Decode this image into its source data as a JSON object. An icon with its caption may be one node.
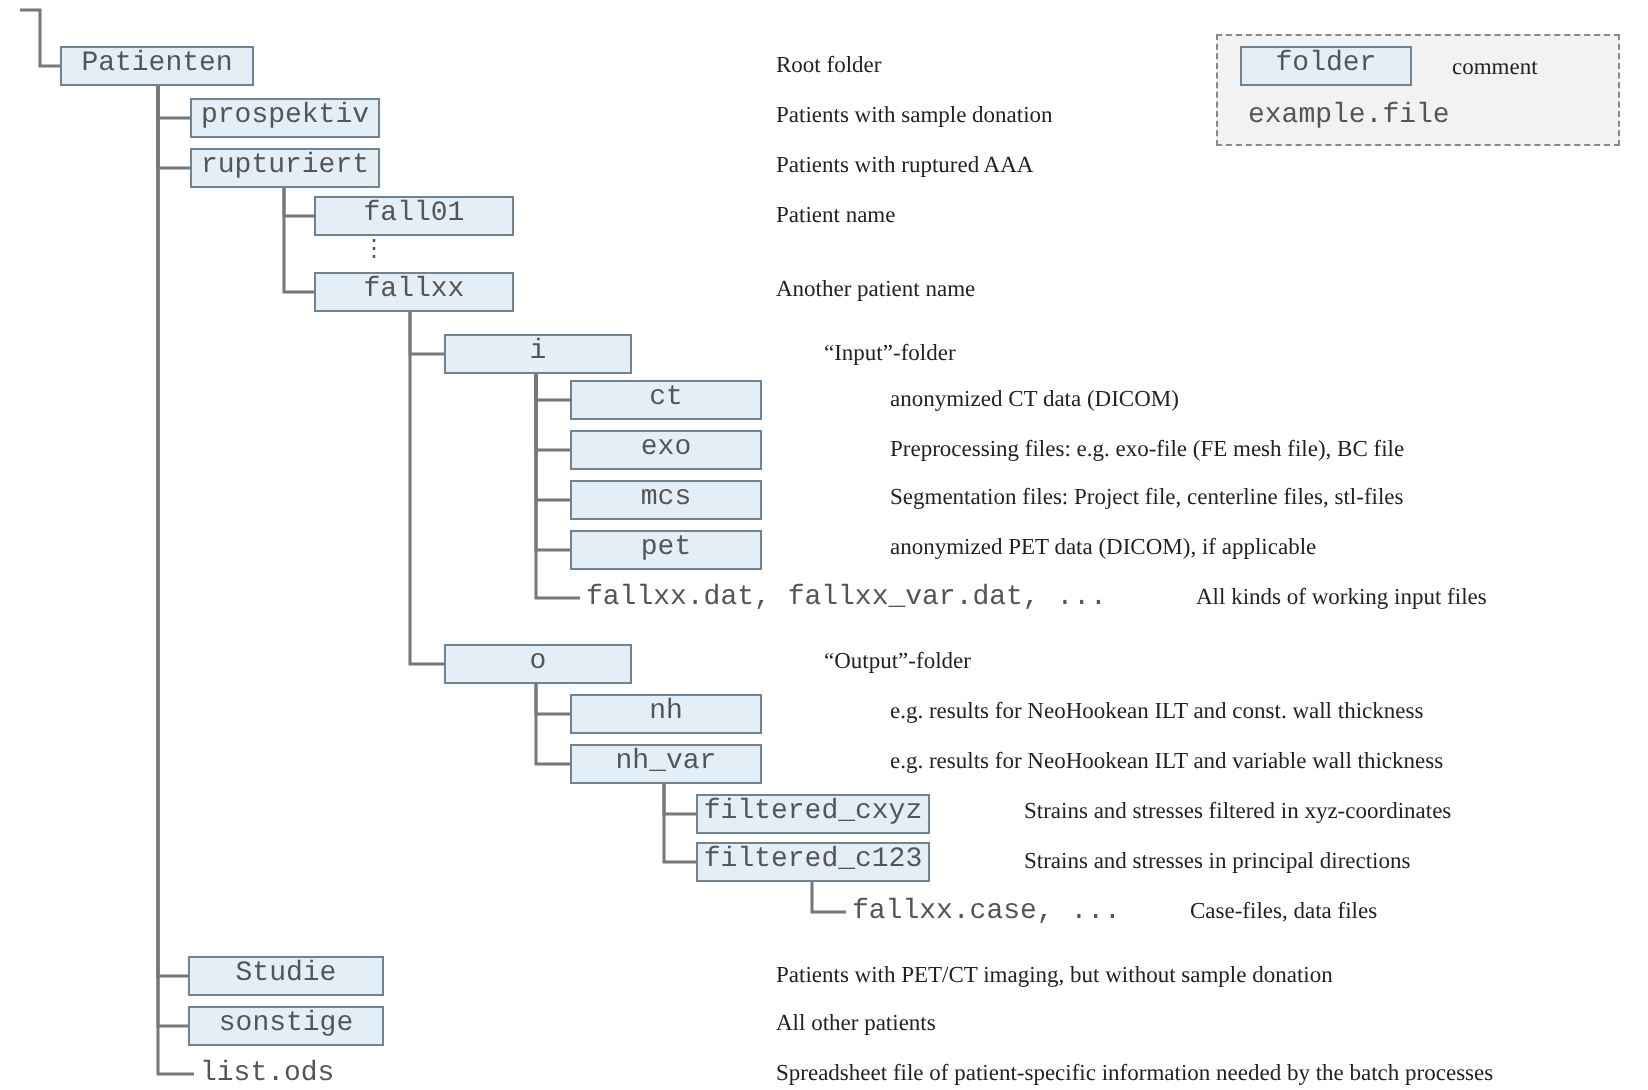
{
  "diagram": {
    "nodes": [
      {
        "text": [
          "Patienten"
        ]
      },
      {
        "text": [
          "prospektiv"
        ]
      },
      {
        "text": [
          "rupturiert"
        ]
      },
      {
        "text": [
          "fall01"
        ]
      },
      {
        "text": [
          "fallxx"
        ]
      },
      {
        "text": [
          "i"
        ]
      },
      {
        "text": [
          "ct"
        ]
      },
      {
        "text": [
          "exo"
        ]
      },
      {
        "text": [
          "mcs"
        ]
      },
      {
        "text": [
          "pet"
        ]
      },
      {
        "text": [
          "fallxx.dat, fallxx_var.dat, ..."
        ]
      },
      {
        "text": [
          "o"
        ]
      },
      {
        "text": [
          "nh"
        ]
      },
      {
        "text": [
          "nh_var"
        ]
      },
      {
        "text": [
          "filtered_cxyz"
        ]
      },
      {
        "text": [
          "filtered_c123"
        ]
      },
      {
        "text": [
          "fallxx.case, ..."
        ]
      },
      {
        "text": [
          "Studie"
        ]
      },
      {
        "text": [
          "sonstige"
        ]
      },
      {
        "text": [
          "list.ods"
        ]
      }
    ],
    "edges": [
      {
        "from": null,
        "to": 0,
        "arrow": "none"
      },
      {
        "from": 0,
        "to": 1,
        "arrow": "none"
      },
      {
        "from": 0,
        "to": 2,
        "arrow": "none"
      },
      {
        "from": 2,
        "to": 3,
        "arrow": "none"
      },
      {
        "from": 2,
        "to": 4,
        "arrow": "none"
      },
      {
        "from": 4,
        "to": 5,
        "arrow": "none"
      },
      {
        "from": 5,
        "to": 6,
        "arrow": "none"
      },
      {
        "from": 5,
        "to": 7,
        "arrow": "none"
      },
      {
        "from": 5,
        "to": 8,
        "arrow": "none"
      },
      {
        "from": 5,
        "to": 9,
        "arrow": "none"
      },
      {
        "from": 5,
        "to": 10,
        "arrow": "none"
      },
      {
        "from": 4,
        "to": 11,
        "arrow": "none"
      },
      {
        "from": 11,
        "to": 12,
        "arrow": "none"
      },
      {
        "from": 11,
        "to": 13,
        "arrow": "none"
      },
      {
        "from": 13,
        "to": 14,
        "arrow": "none"
      },
      {
        "from": 13,
        "to": 15,
        "arrow": "none"
      },
      {
        "from": 15,
        "to": 16,
        "arrow": "none"
      },
      {
        "from": 0,
        "to": 17,
        "arrow": "none"
      },
      {
        "from": 0,
        "to": 18,
        "arrow": "none"
      },
      {
        "from": 0,
        "to": 19,
        "arrow": "none"
      }
    ],
    "labels": [
      "Root folder",
      "Patients with sample donation",
      "Patients with ruptured AAA",
      "Patient name",
      "⋮",
      "Another patient name",
      "“Input”-folder",
      "anonymized CT data (DICOM)",
      "Preprocessing files: e.g. exo-file (FE mesh file), BC file",
      "Segmentation files: Project file, centerline files, stl-files",
      "anonymized PET data (DICOM), if applicable",
      "All kinds of working input files",
      "“Output”-folder",
      "e.g. results for NeoHookean ILT and const. wall thickness",
      "e.g. results for NeoHookean ILT and variable wall thickness",
      "Strains and stresses filtered in xyz-coordinates",
      "Strains and stresses in principal directions",
      "Case-files, data files",
      "Patients with PET/CT imaging, but without sample donation",
      "All other patients",
      "Spreadsheet file of patient-specific information needed by the batch processes"
    ],
    "legend": [
      {
        "text": "folder"
      },
      {
        "text": "comment"
      },
      {
        "text": "example.file"
      }
    ]
  }
}
